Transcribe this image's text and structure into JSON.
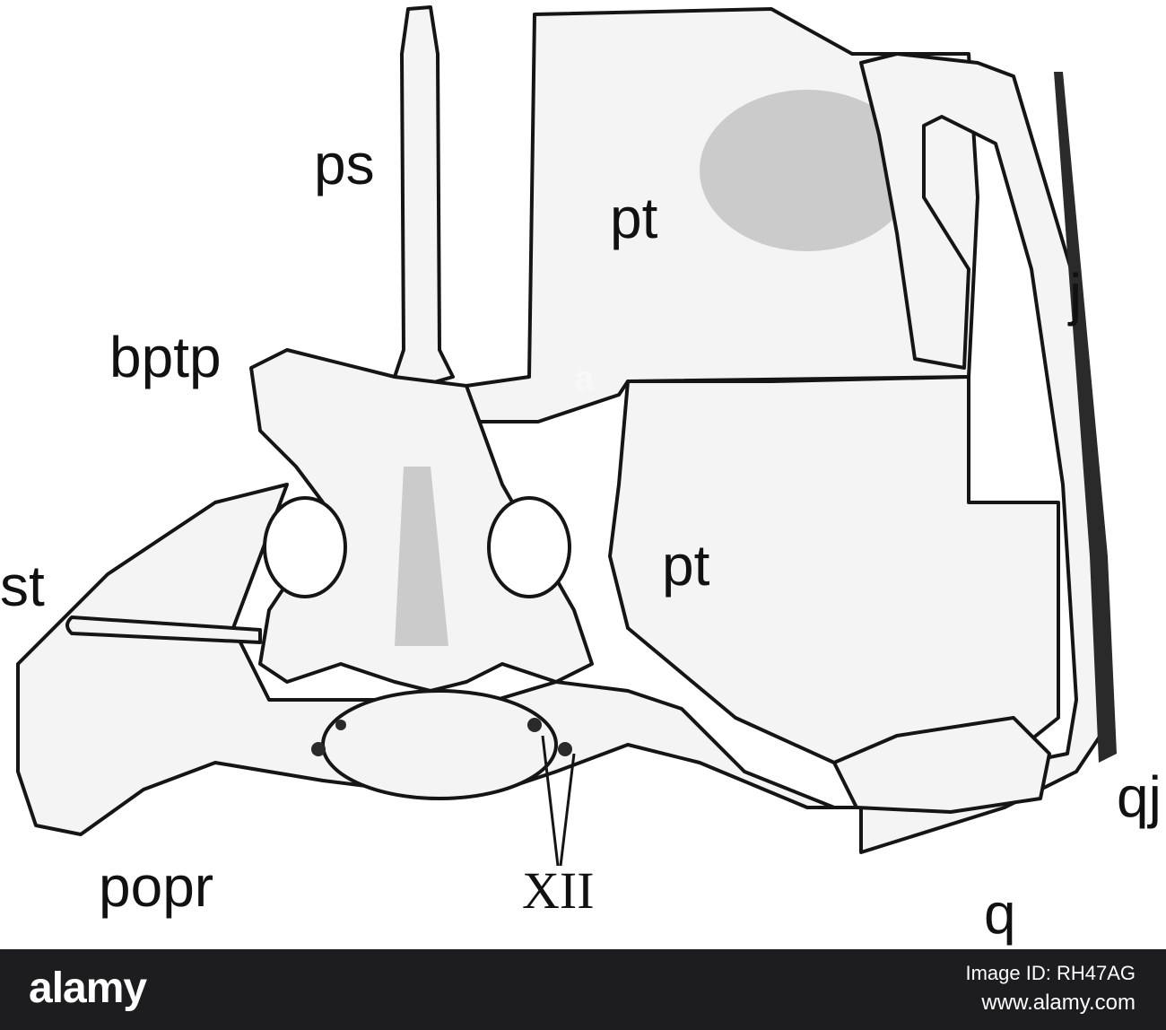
{
  "figure": {
    "labels": {
      "ps": "ps",
      "pt_upper": "pt",
      "pt_lower": "pt",
      "j": "j",
      "bptp": "bptp",
      "st": "st",
      "qj": "qj",
      "popr": "popr",
      "xii": "XII",
      "q": "q"
    }
  },
  "footer": {
    "logo": "alamy",
    "image_id": "Image ID: RH47AG",
    "site": "www.alamy.com"
  },
  "colors": {
    "footer_bg": "#1d1d1f",
    "ink": "#151515",
    "bone_fill": "#f4f4f4"
  }
}
